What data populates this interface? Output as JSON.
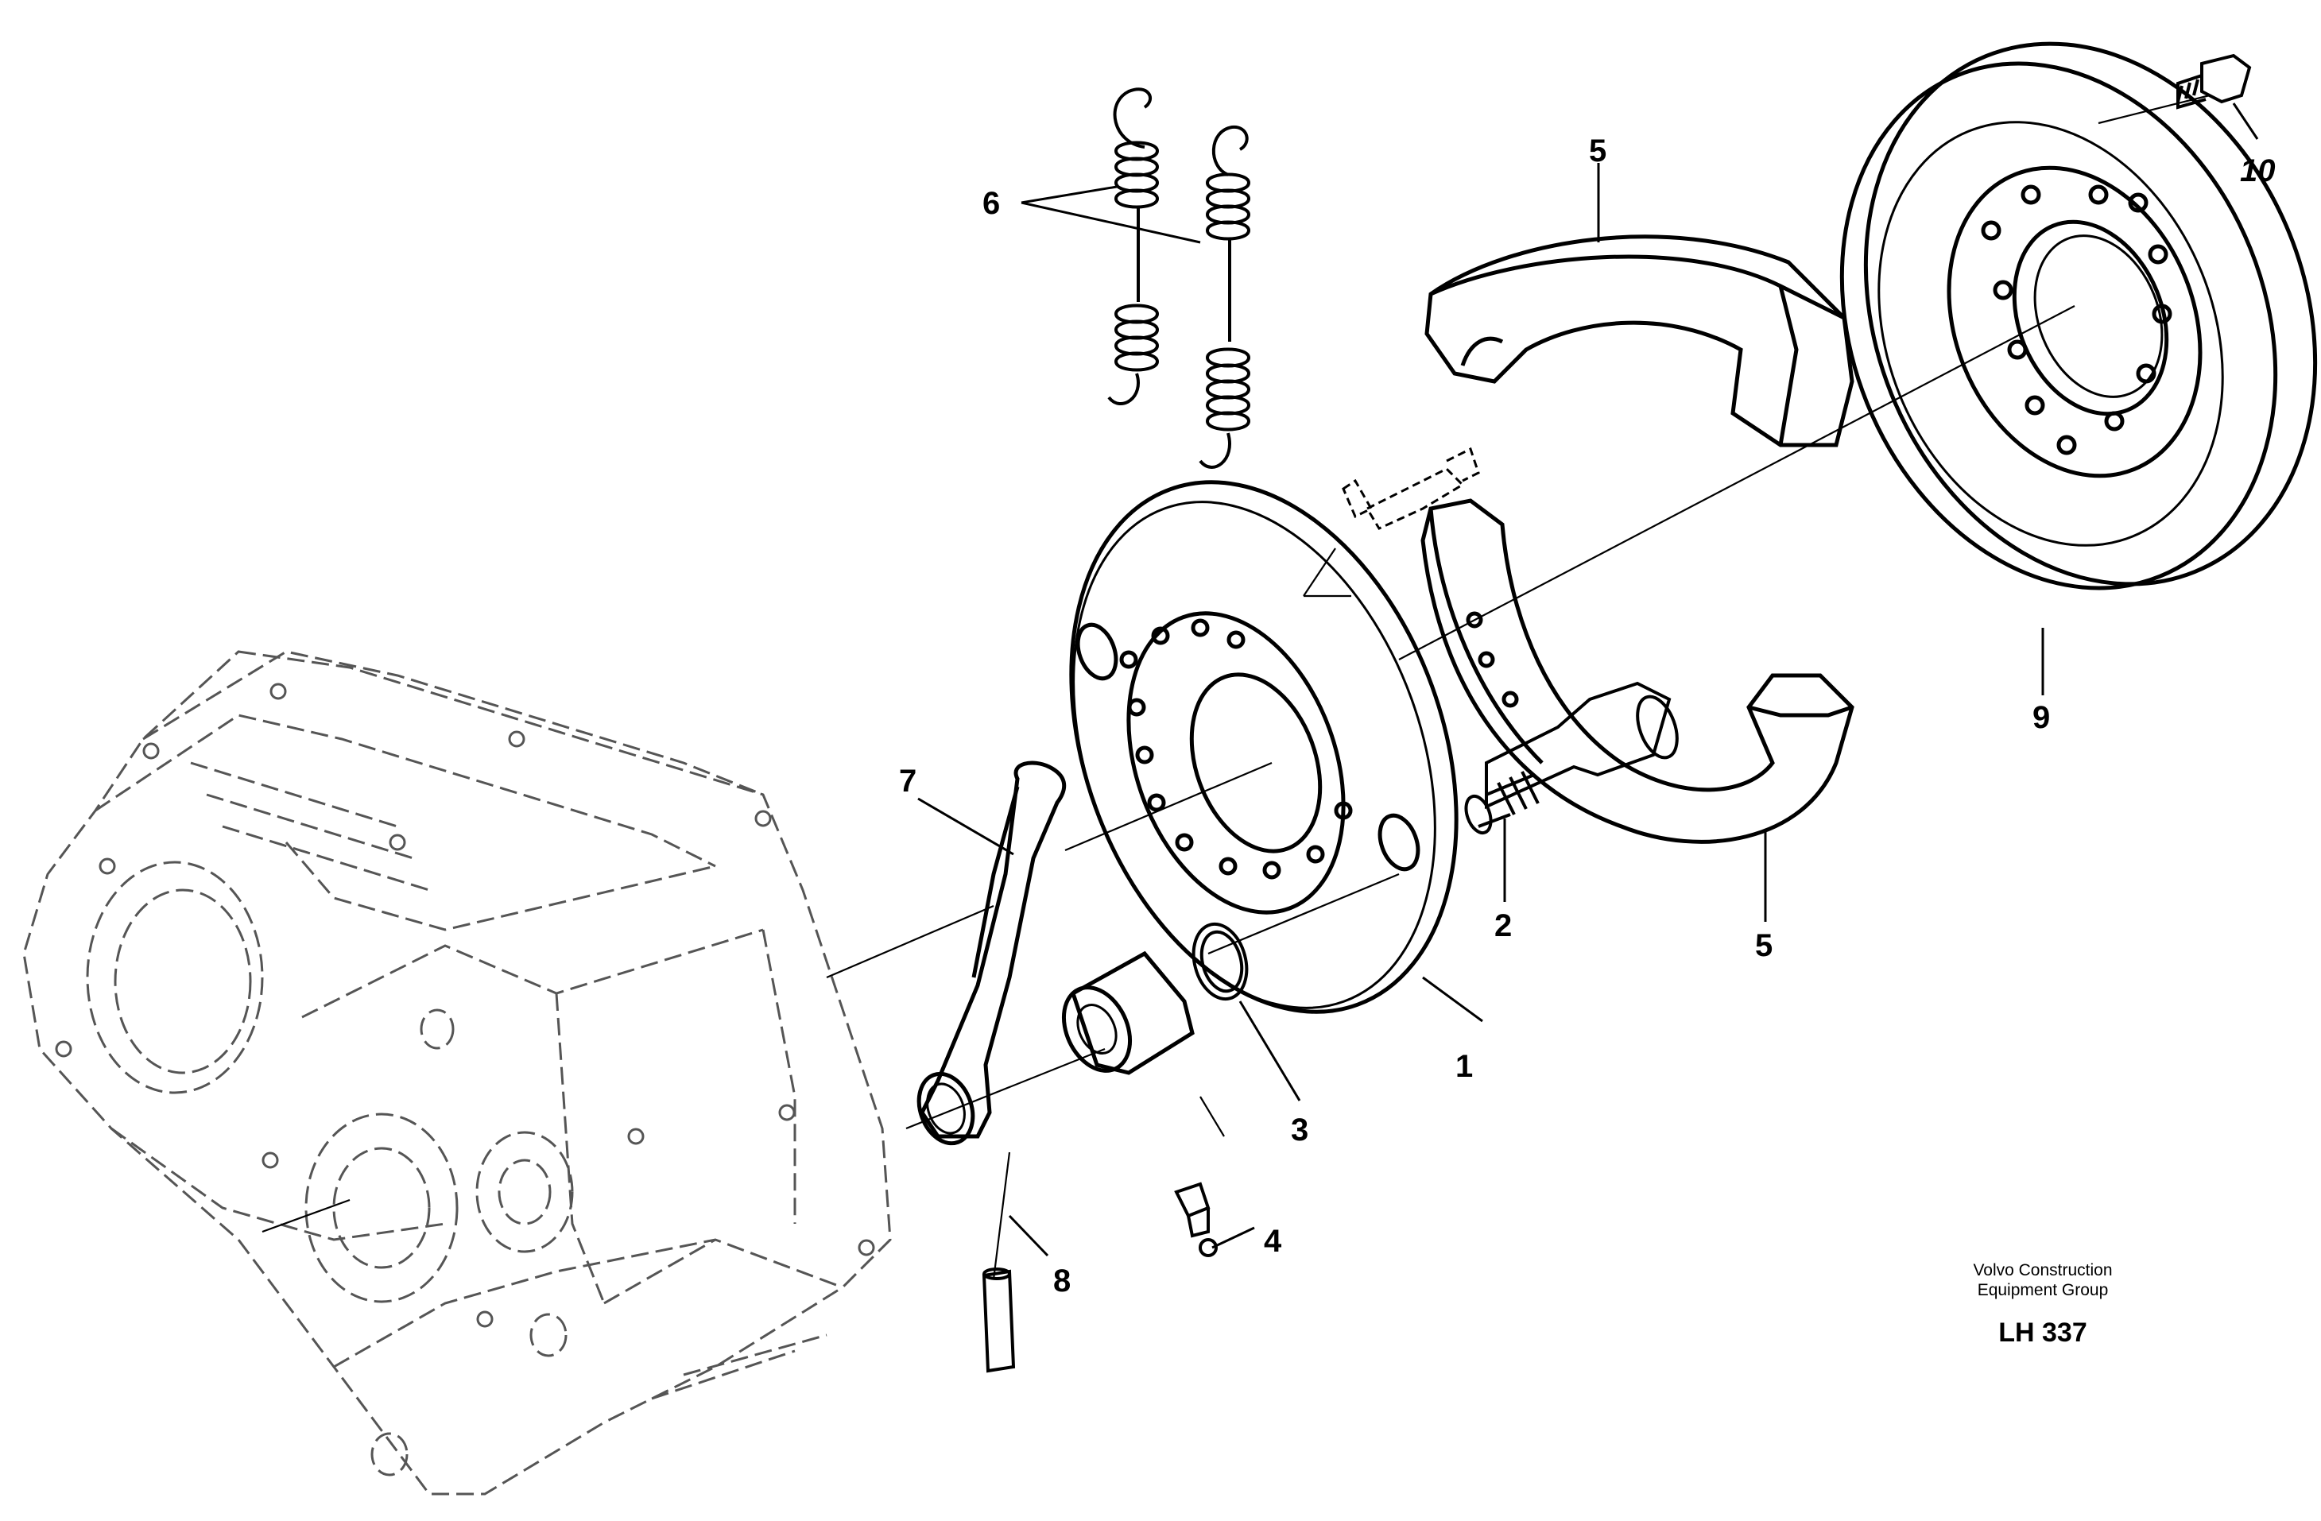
{
  "callouts": {
    "c1": "1",
    "c2": "2",
    "c3": "3",
    "c4": "4",
    "c5_top": "5",
    "c5_bottom": "5",
    "c6": "6",
    "c7": "7",
    "c8": "8",
    "c9": "9",
    "c10": "10"
  },
  "credit": {
    "line1": "Volvo Construction",
    "line2": "Equipment Group",
    "code": "LH 337"
  }
}
